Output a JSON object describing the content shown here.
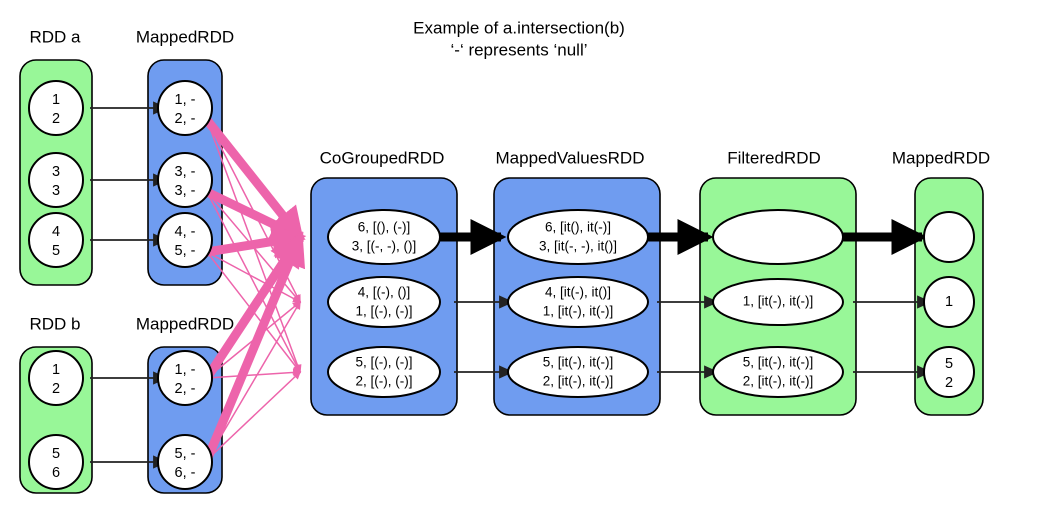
{
  "title": {
    "line1": "Example of a.intersection(b)",
    "line2": "‘-‘ represents ‘null’"
  },
  "colors": {
    "green": "#98f798",
    "blue": "#6f9cf0",
    "white": "#ffffff",
    "outline": "#000000",
    "shuffle_pink": "#ed64ab",
    "arrow_black": "#000000"
  },
  "stages": [
    {
      "id": "rdd-a",
      "label": "RDD a",
      "fill": "green",
      "node_shape": "circle",
      "nodes": [
        {
          "lines": [
            "1",
            "2"
          ]
        },
        {
          "lines": [
            "3",
            "3"
          ]
        },
        {
          "lines": [
            "4",
            "5"
          ]
        }
      ]
    },
    {
      "id": "mapped-rdd-a",
      "label": "MappedRDD",
      "fill": "blue",
      "node_shape": "circle",
      "nodes": [
        {
          "lines": [
            "1, -",
            "2, -"
          ]
        },
        {
          "lines": [
            "3, -",
            "3, -"
          ]
        },
        {
          "lines": [
            "4, -",
            "5, -"
          ]
        }
      ]
    },
    {
      "id": "rdd-b",
      "label": "RDD b",
      "fill": "green",
      "node_shape": "circle",
      "nodes": [
        {
          "lines": [
            "1",
            "2"
          ]
        },
        {
          "lines": [
            "5",
            "6"
          ]
        }
      ]
    },
    {
      "id": "mapped-rdd-b",
      "label": "MappedRDD",
      "fill": "blue",
      "node_shape": "circle",
      "nodes": [
        {
          "lines": [
            "1, -",
            "2, -"
          ]
        },
        {
          "lines": [
            "5, -",
            "6, -"
          ]
        }
      ]
    },
    {
      "id": "cogrouped-rdd",
      "label": "CoGroupedRDD",
      "fill": "blue",
      "node_shape": "ellipse",
      "nodes": [
        {
          "lines": [
            "6, [(), (-)]",
            "3, [(-, -), ()]"
          ]
        },
        {
          "lines": [
            "4, [(-), ()]",
            "1, [(-), (-)]"
          ]
        },
        {
          "lines": [
            "5, [(-), (-)]",
            "2, [(-), (-)]"
          ]
        }
      ]
    },
    {
      "id": "mapped-values-rdd",
      "label": "MappedValuesRDD",
      "fill": "blue",
      "node_shape": "ellipse",
      "nodes": [
        {
          "lines": [
            "6, [it(), it(-)]",
            "3, [it(-, -), it()]"
          ]
        },
        {
          "lines": [
            "4, [it(-), it()]",
            "1, [it(-), it(-)]"
          ]
        },
        {
          "lines": [
            "5, [it(-), it(-)]",
            "2, [it(-), it(-)]"
          ]
        }
      ]
    },
    {
      "id": "filtered-rdd",
      "label": "FilteredRDD",
      "fill": "green",
      "node_shape": "ellipse",
      "nodes": [
        {
          "lines": [
            "",
            ""
          ]
        },
        {
          "lines": [
            "1, [it(-), it(-)]"
          ]
        },
        {
          "lines": [
            "5, [it(-), it(-)]",
            "2, [it(-), it(-)]"
          ]
        }
      ]
    },
    {
      "id": "mapped-rdd-out",
      "label": "MappedRDD",
      "fill": "green",
      "node_shape": "circle",
      "nodes": [
        {
          "lines": [
            "",
            ""
          ]
        },
        {
          "lines": [
            "1"
          ]
        },
        {
          "lines": [
            "5",
            "2"
          ]
        }
      ]
    }
  ]
}
